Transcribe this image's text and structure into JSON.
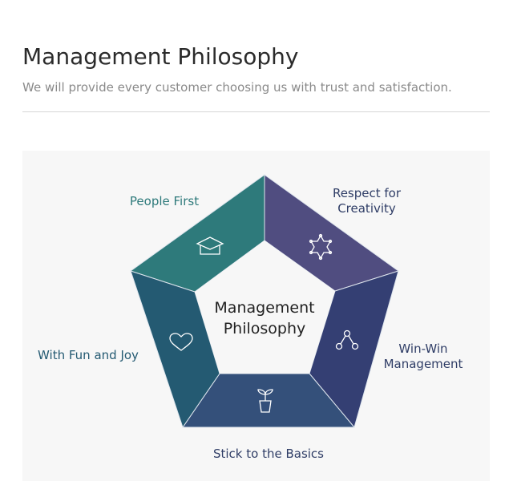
{
  "header": {
    "title": "Management Philosophy",
    "subtitle": "We will provide every customer choosing us with trust and satisfaction."
  },
  "diagram": {
    "center_line1": "Management",
    "center_line2": "Philosophy",
    "segments": [
      {
        "label": "People First",
        "icon": "graduation-cap-icon",
        "color": "#2e7a7b",
        "text_color": "#2e7a7b"
      },
      {
        "label_line1": "Respect for",
        "label_line2": "Creativity",
        "icon": "star-network-icon",
        "color": "#504d80",
        "text_color": "#2f3d66"
      },
      {
        "label_line1": "Win-Win",
        "label_line2": "Management",
        "icon": "share-nodes-icon",
        "color": "#343f73",
        "text_color": "#2f3d66"
      },
      {
        "label": "Stick to the Basics",
        "icon": "sprout-pot-icon",
        "color": "#34507a",
        "text_color": "#2f3d66"
      },
      {
        "label": "With Fun and Joy",
        "icon": "heart-icon",
        "color": "#245a72",
        "text_color": "#245a72"
      }
    ]
  }
}
